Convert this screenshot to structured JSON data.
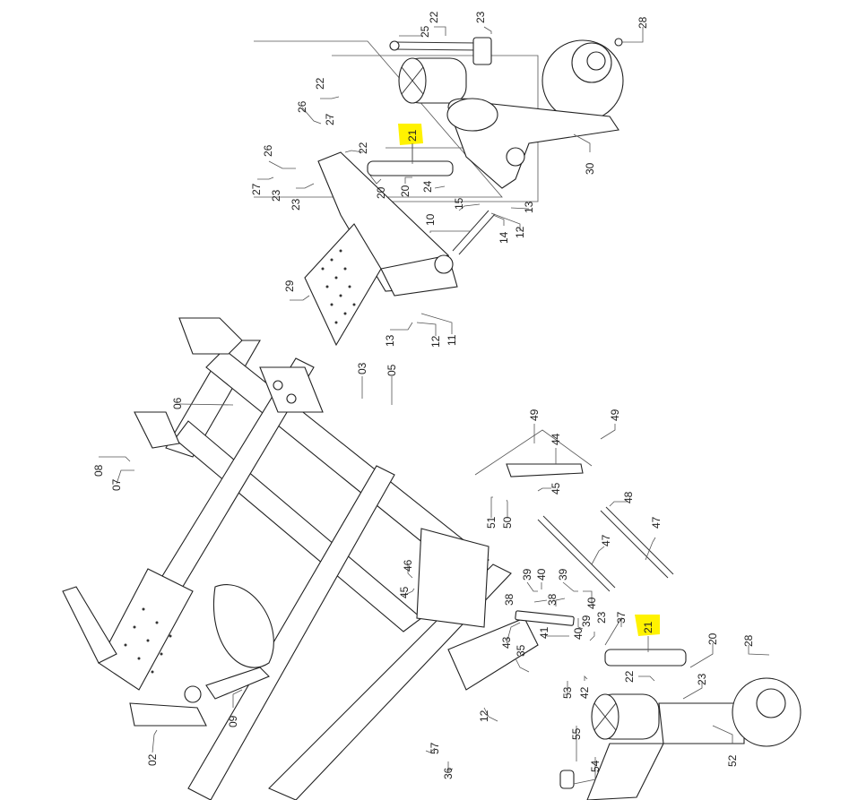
{
  "diagram": {
    "type": "exploded parts diagram",
    "highlight_color": "#fff200",
    "highlighted_part": "21",
    "labels": [
      {
        "id": "l22a",
        "text": "22"
      },
      {
        "id": "l23a",
        "text": "23"
      },
      {
        "id": "l28a",
        "text": "28"
      },
      {
        "id": "l25",
        "text": "25"
      },
      {
        "id": "l22b",
        "text": "22"
      },
      {
        "id": "l26a",
        "text": "26"
      },
      {
        "id": "l27a",
        "text": "27"
      },
      {
        "id": "l21a",
        "text": "21"
      },
      {
        "id": "l22c",
        "text": "22"
      },
      {
        "id": "l26b",
        "text": "26"
      },
      {
        "id": "l27b",
        "text": "27"
      },
      {
        "id": "l23b",
        "text": "23"
      },
      {
        "id": "l23c",
        "text": "23"
      },
      {
        "id": "l20a",
        "text": "20"
      },
      {
        "id": "l20b",
        "text": "20"
      },
      {
        "id": "l24",
        "text": "24"
      },
      {
        "id": "l30",
        "text": "30"
      },
      {
        "id": "l15",
        "text": "15"
      },
      {
        "id": "l13a",
        "text": "13"
      },
      {
        "id": "l10",
        "text": "10"
      },
      {
        "id": "l14",
        "text": "14"
      },
      {
        "id": "l12a",
        "text": "12"
      },
      {
        "id": "l29",
        "text": "29"
      },
      {
        "id": "l13b",
        "text": "13"
      },
      {
        "id": "l12b",
        "text": "12"
      },
      {
        "id": "l11",
        "text": "11"
      },
      {
        "id": "l03",
        "text": "03"
      },
      {
        "id": "l05",
        "text": "05"
      },
      {
        "id": "l06",
        "text": "06"
      },
      {
        "id": "l08",
        "text": "08"
      },
      {
        "id": "l07",
        "text": "07"
      },
      {
        "id": "l49a",
        "text": "49"
      },
      {
        "id": "l49b",
        "text": "49"
      },
      {
        "id": "l44",
        "text": "44"
      },
      {
        "id": "l45a",
        "text": "45"
      },
      {
        "id": "l48",
        "text": "48"
      },
      {
        "id": "l51",
        "text": "51"
      },
      {
        "id": "l50",
        "text": "50"
      },
      {
        "id": "l47a",
        "text": "47"
      },
      {
        "id": "l47b",
        "text": "47"
      },
      {
        "id": "l46",
        "text": "46"
      },
      {
        "id": "l45b",
        "text": "45"
      },
      {
        "id": "l39a",
        "text": "39"
      },
      {
        "id": "l40a",
        "text": "40"
      },
      {
        "id": "l39b",
        "text": "39"
      },
      {
        "id": "l38a",
        "text": "38"
      },
      {
        "id": "l38b",
        "text": "38"
      },
      {
        "id": "l40b",
        "text": "40"
      },
      {
        "id": "l37",
        "text": "37"
      },
      {
        "id": "l43",
        "text": "43"
      },
      {
        "id": "l41",
        "text": "41"
      },
      {
        "id": "l40c",
        "text": "40"
      },
      {
        "id": "l39c",
        "text": "39"
      },
      {
        "id": "l23d",
        "text": "23"
      },
      {
        "id": "l21b",
        "text": "21"
      },
      {
        "id": "l35",
        "text": "35"
      },
      {
        "id": "l20c",
        "text": "20"
      },
      {
        "id": "l28b",
        "text": "28"
      },
      {
        "id": "l22d",
        "text": "22"
      },
      {
        "id": "l53",
        "text": "53"
      },
      {
        "id": "l42",
        "text": "42"
      },
      {
        "id": "l23e",
        "text": "23"
      },
      {
        "id": "l12c",
        "text": "12"
      },
      {
        "id": "l55",
        "text": "55"
      },
      {
        "id": "l54",
        "text": "54"
      },
      {
        "id": "l52",
        "text": "52"
      },
      {
        "id": "l57",
        "text": "57"
      },
      {
        "id": "l36",
        "text": "36"
      },
      {
        "id": "l09",
        "text": "09"
      },
      {
        "id": "l02",
        "text": "02"
      }
    ]
  }
}
